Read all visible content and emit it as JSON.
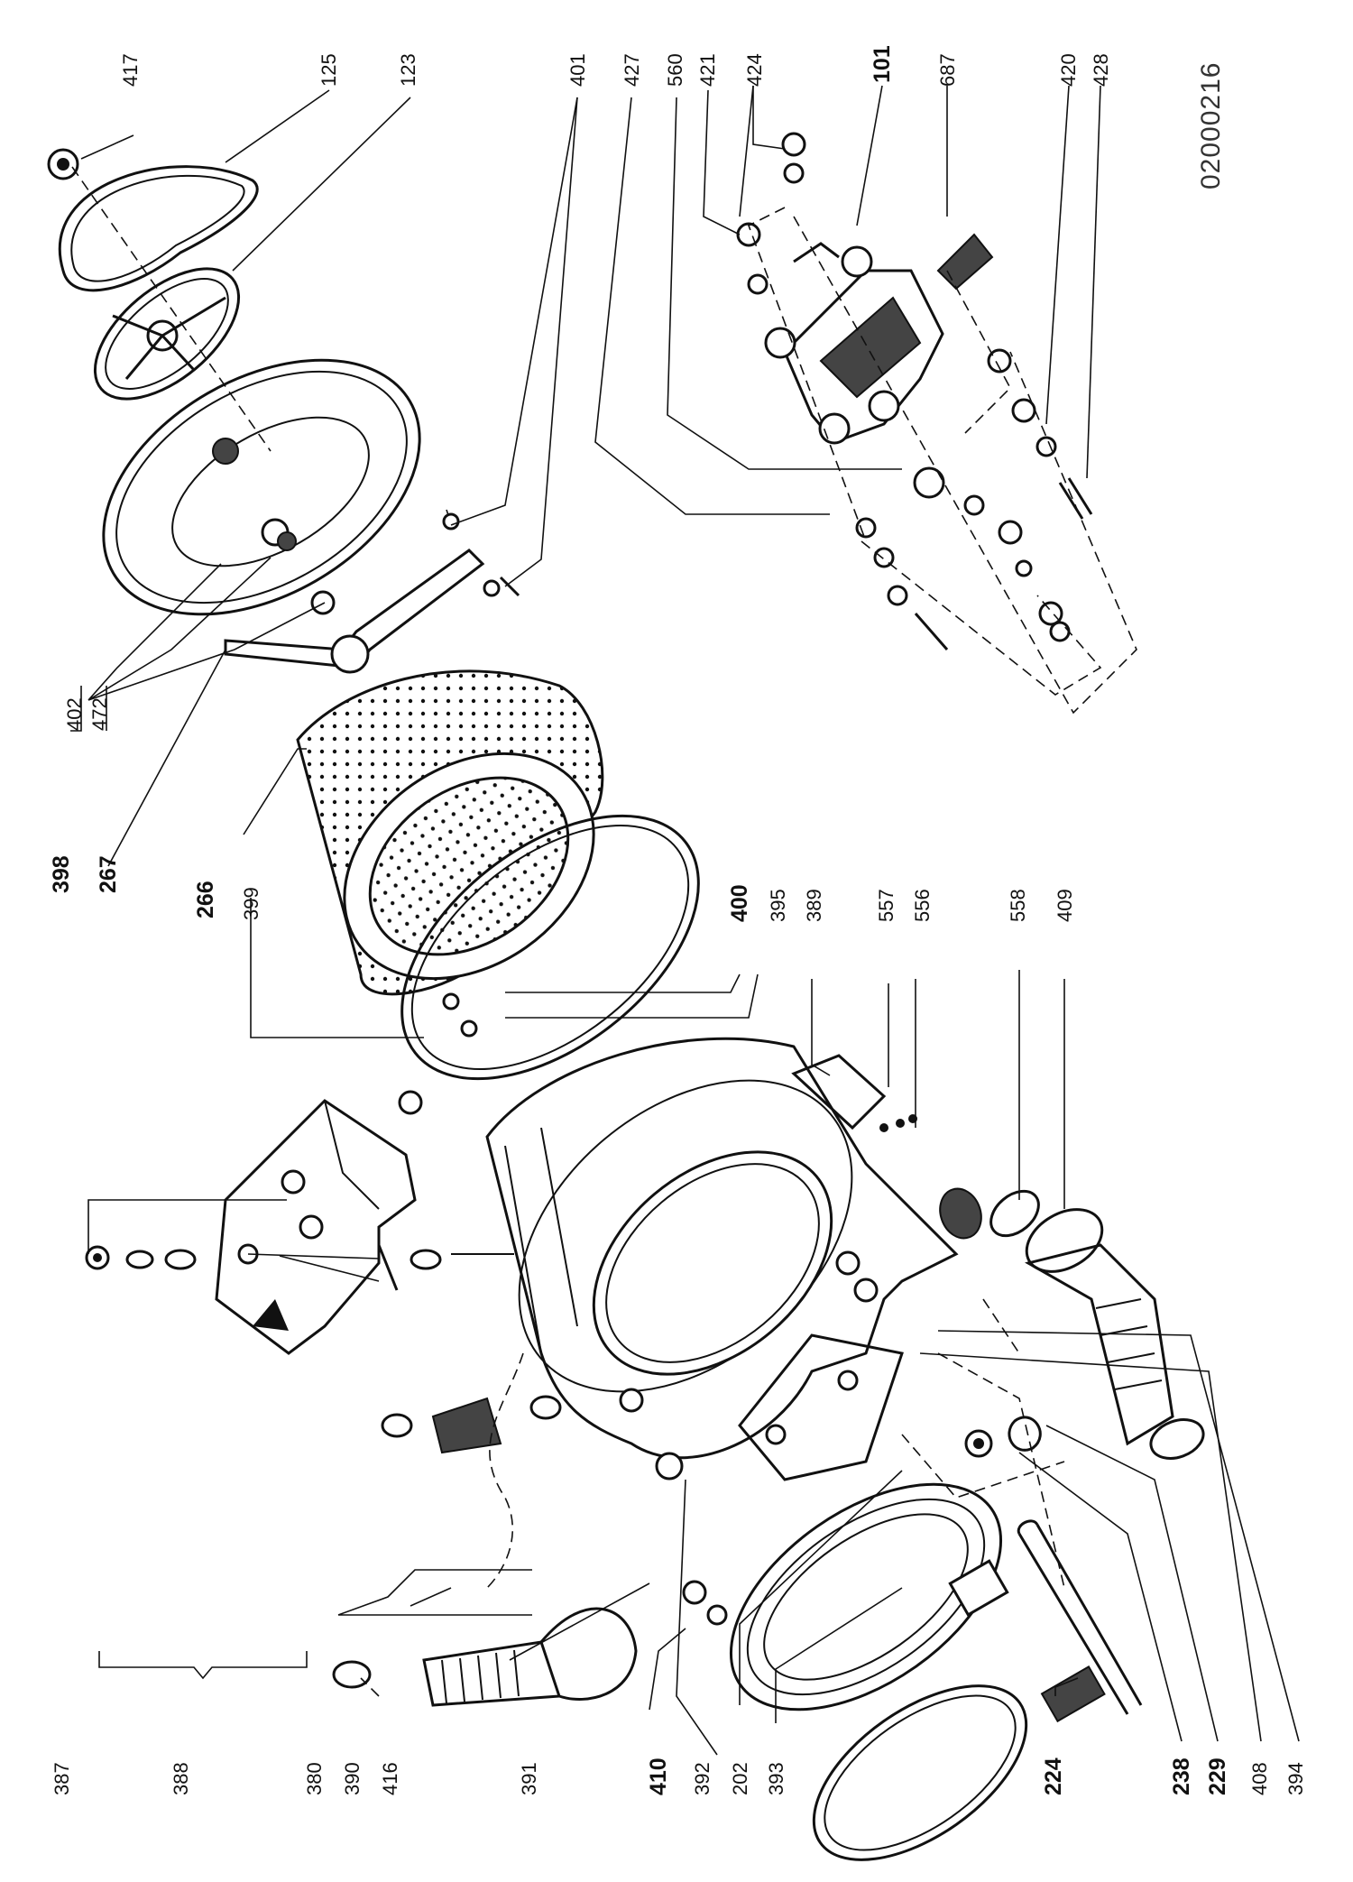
{
  "drawing_code": "02000216",
  "labels": {
    "p417": "417",
    "p125": "125",
    "p123": "123",
    "p401": "401",
    "p427": "427",
    "p560": "560",
    "p421": "421",
    "p424": "424",
    "p101": "101",
    "p687": "687",
    "p420": "420",
    "p428": "428",
    "p402": "402",
    "p472": "472",
    "p398": "398",
    "p267": "267",
    "p266": "266",
    "p399": "399",
    "p400": "400",
    "p395": "395",
    "p389": "389",
    "p557": "557",
    "p556": "556",
    "p558": "558",
    "p409": "409",
    "p387": "387",
    "p388": "388",
    "p380": "380",
    "p390": "390",
    "p416": "416",
    "p391": "391",
    "p410": "410",
    "p392": "392",
    "p202": "202",
    "p393": "393",
    "p224": "224",
    "p238": "238",
    "p229": "229",
    "p408": "408",
    "p394": "394"
  }
}
